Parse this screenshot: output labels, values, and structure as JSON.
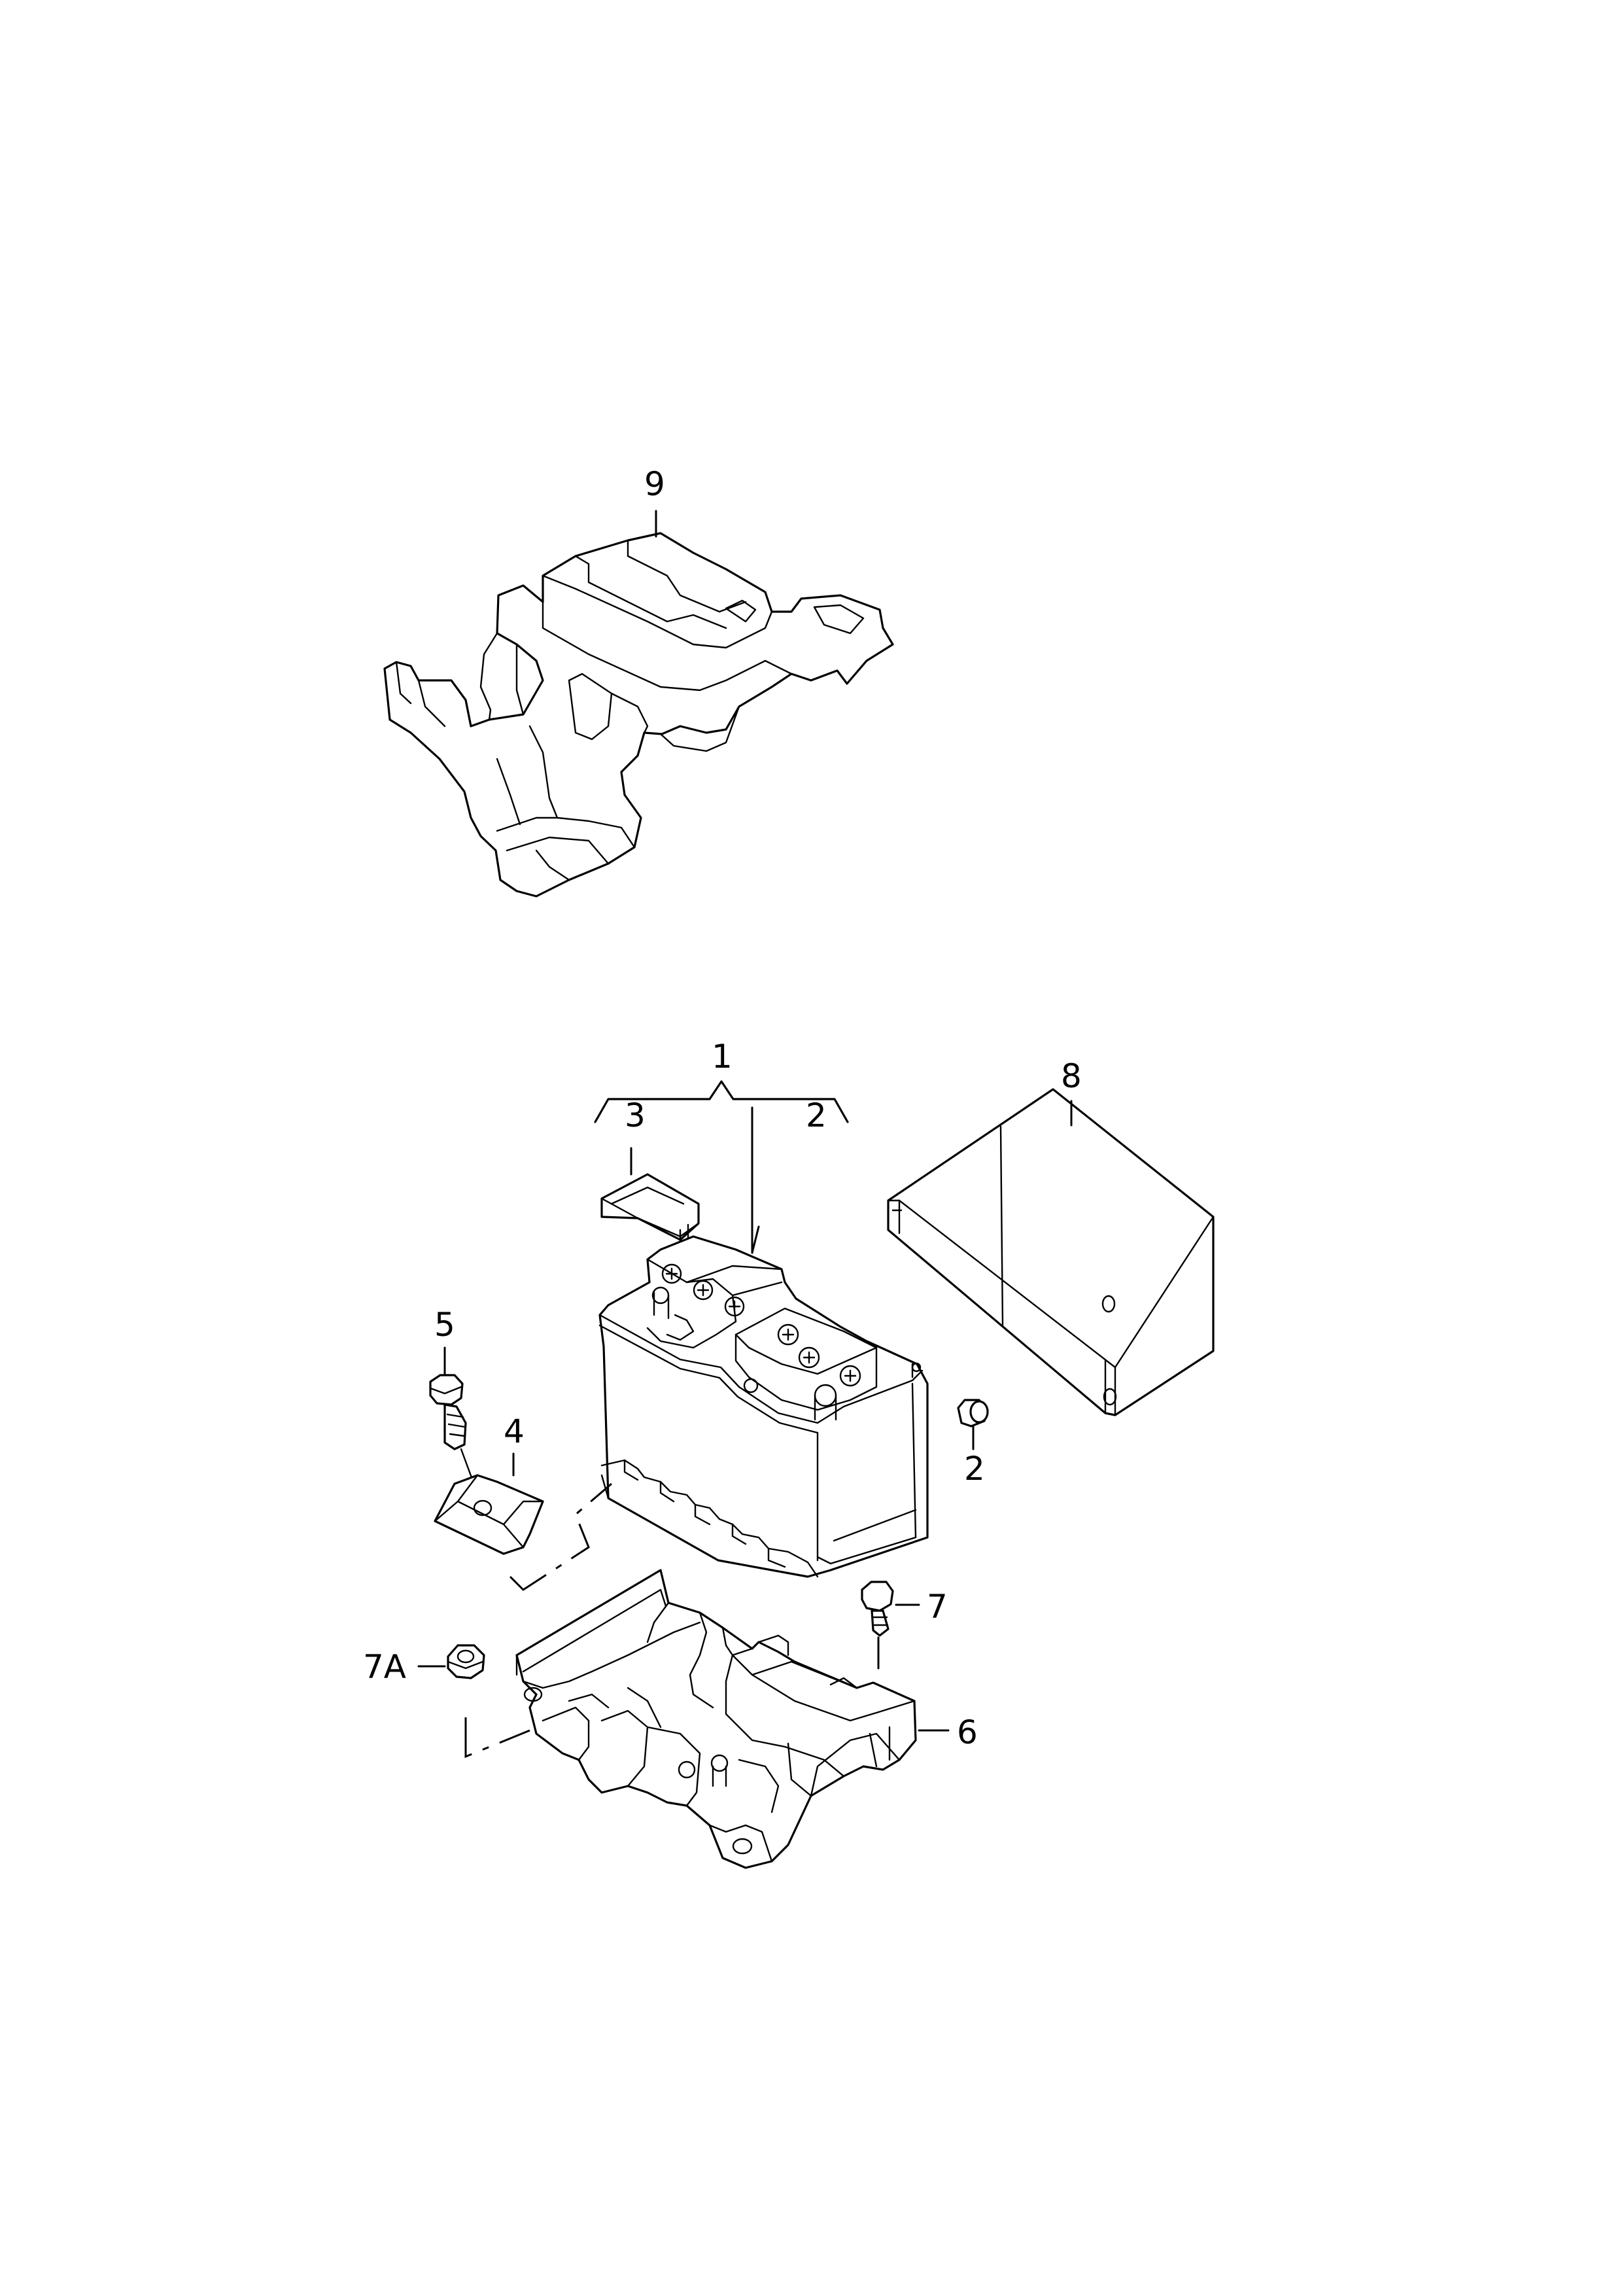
{
  "diagram": {
    "callouts": {
      "c9": "9",
      "c1": "1",
      "c2a": "2",
      "c3": "3",
      "c8": "8",
      "c5": "5",
      "c4": "4",
      "c2b": "2",
      "c7": "7",
      "c7a": "7A",
      "c6": "6"
    },
    "parts": [
      {
        "id": "9",
        "name": "battery-cover-tray"
      },
      {
        "id": "1",
        "name": "battery"
      },
      {
        "id": "2",
        "name": "vent-plug"
      },
      {
        "id": "3",
        "name": "terminal-cover"
      },
      {
        "id": "4",
        "name": "clamp-plate"
      },
      {
        "id": "5",
        "name": "bolt"
      },
      {
        "id": "6",
        "name": "battery-tray"
      },
      {
        "id": "7",
        "name": "bolt"
      },
      {
        "id": "7A",
        "name": "nut"
      },
      {
        "id": "8",
        "name": "insulation-box"
      }
    ],
    "colors": {
      "line": "#000000",
      "background": "#ffffff"
    }
  }
}
